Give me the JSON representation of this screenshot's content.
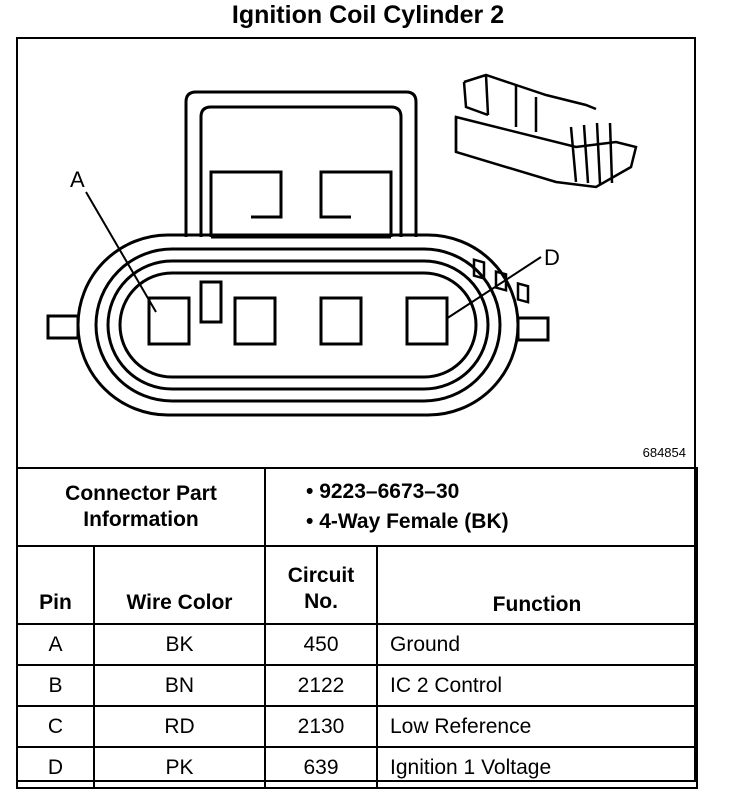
{
  "title": "Ignition Coil Cylinder 2",
  "figure_id": "684854",
  "callouts": {
    "a": "A",
    "d": "D"
  },
  "connector_info": {
    "label_line1": "Connector Part",
    "label_line2": "Information",
    "items": [
      "9223–6673–30",
      "4-Way Female (BK)"
    ]
  },
  "table": {
    "headers": {
      "pin": "Pin",
      "wire_color": "Wire Color",
      "circuit_line1": "Circuit",
      "circuit_line2": "No.",
      "function": "Function"
    },
    "rows": [
      {
        "pin": "A",
        "wire_color": "BK",
        "circuit": "450",
        "function": "Ground"
      },
      {
        "pin": "B",
        "wire_color": "BN",
        "circuit": "2122",
        "function": "IC 2 Control"
      },
      {
        "pin": "C",
        "wire_color": "RD",
        "circuit": "2130",
        "function": "Low Reference"
      },
      {
        "pin": "D",
        "wire_color": "PK",
        "circuit": "639",
        "function": "Ignition 1 Voltage"
      }
    ]
  }
}
